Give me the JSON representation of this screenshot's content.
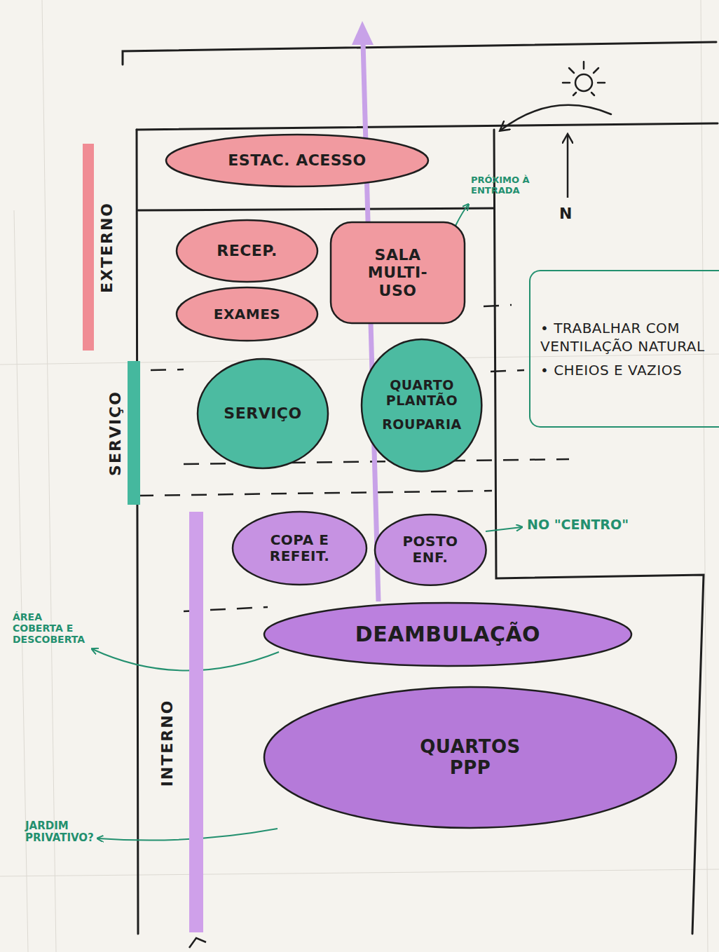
{
  "diagram": {
    "nodes": [
      {
        "text": [
          "EXTERNO"
        ]
      },
      {
        "text": [
          "SERVIÇO"
        ]
      },
      {
        "text": [
          "INTERNO"
        ]
      },
      {
        "text": [
          "ESTAC. ACESSO"
        ]
      },
      {
        "text": [
          "RECEP."
        ]
      },
      {
        "text": [
          "SALA MULTI-USO"
        ]
      },
      {
        "text": [
          "EXAMES"
        ]
      },
      {
        "text": [
          "SERVIÇO"
        ]
      },
      {
        "text": [
          "QUARTO PLANTÃO",
          "ROUPARIA"
        ]
      },
      {
        "text": [
          "• TRABALHAR COM VENTILAÇÃO NATURAL",
          "• CHEIOS E VAZIOS"
        ]
      },
      {
        "text": [
          "COPA E REFEIT."
        ]
      },
      {
        "text": [
          "POSTO ENF."
        ]
      },
      {
        "text": [
          "DEAMBULAÇÃO"
        ]
      },
      {
        "text": [
          "QUARTOS PPP"
        ]
      }
    ],
    "labels": [
      "PRÓXIMO À ENTRADA",
      "N",
      "NO \"CENTRO\"",
      "ÁREA COBERTA E DESCOBERTA",
      "JARDIM PRIVATIVO?"
    ]
  }
}
